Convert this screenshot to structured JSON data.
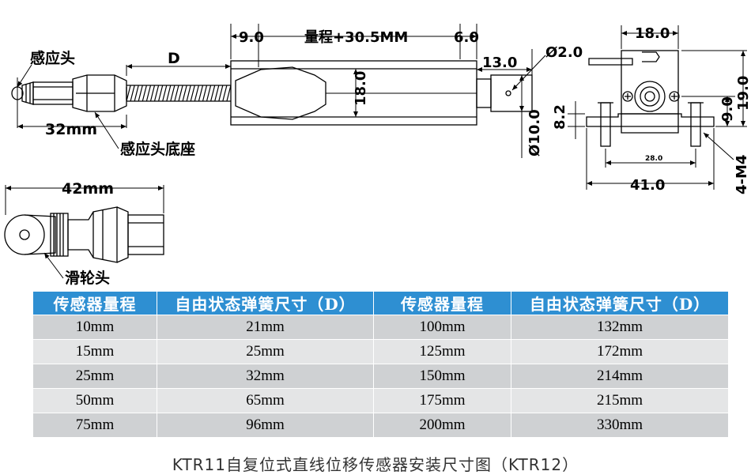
{
  "drawing": {
    "sensor_labels": {
      "probe_head": "感应头",
      "probe_base": "感应头底座",
      "pulley_head": "滑轮头",
      "spring_length": "D",
      "probe_length": "32mm",
      "pulley_length": "42mm"
    },
    "front_view_dims": {
      "pre_travel": "9.0",
      "stroke": "量程+30.5MM",
      "post_travel": "6.0",
      "shaft_length": "13.0",
      "hole_dia": "Ø2.0",
      "body_height": "18.0",
      "shaft_dia": "Ø10.0"
    },
    "end_view_dims": {
      "top_width": "18.0",
      "overall_height": "19.0",
      "center_height": "9.0",
      "side_offset": "8.2",
      "hole_spacing": "28.0",
      "base_width": "41.0",
      "mount_holes": "4-M4"
    }
  },
  "table": {
    "headers": [
      "传感器量程",
      "自由状态弹簧尺寸（D）",
      "传感器量程",
      "自由状态弹簧尺寸（D）"
    ],
    "rows": [
      [
        "10mm",
        "21mm",
        "100mm",
        "132mm"
      ],
      [
        "15mm",
        "25mm",
        "125mm",
        "172mm"
      ],
      [
        "25mm",
        "32mm",
        "150mm",
        "214mm"
      ],
      [
        "50mm",
        "65mm",
        "175mm",
        "215mm"
      ],
      [
        "75mm",
        "96mm",
        "200mm",
        "330mm"
      ]
    ]
  },
  "caption": "KTR11自复位式直线位移传感器安装尺寸图（KTR12）",
  "colors": {
    "header_bg": "#2e8fd2",
    "row_odd": "#cfd1d3",
    "row_even": "#e4e5e6"
  }
}
